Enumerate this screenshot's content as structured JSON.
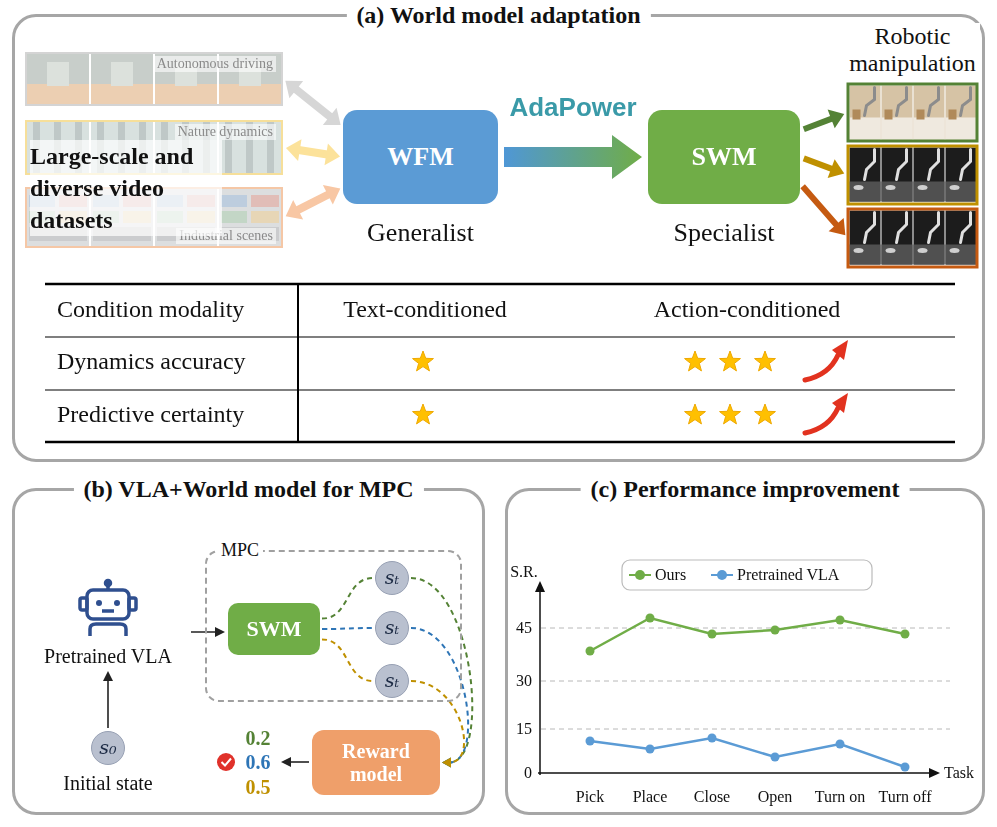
{
  "diagram": {
    "nodes": [
      {
        "text": [
          "(a) World model adaptation"
        ]
      },
      {
        "text": [
          "Autonomous driving"
        ],
        "in": 0
      },
      {
        "text": [
          "Nature dynamics"
        ],
        "in": 0
      },
      {
        "text": [
          "Industrial scenes"
        ],
        "in": 0
      },
      {
        "text": [
          "WFM",
          "Generalist"
        ],
        "in": 0
      },
      {
        "text": [
          "SWM",
          "Specialist"
        ],
        "in": 0
      },
      {
        "text": [
          "Robotic manipulation"
        ],
        "in": 0
      },
      {
        "text": [
          "(b) VLA+World model for MPC"
        ]
      },
      {
        "text": [
          "Pretrained VLA"
        ],
        "in": 7
      },
      {
        "text": [
          "MPC"
        ],
        "in": 7
      },
      {
        "text": [
          "SWM"
        ],
        "in": 9
      },
      {
        "text": [
          "sₜ"
        ],
        "in": 9
      },
      {
        "text": [
          "sₜ"
        ],
        "in": 9
      },
      {
        "text": [
          "sₜ"
        ],
        "in": 9
      },
      {
        "text": [
          "Reward model"
        ],
        "in": 7
      },
      {
        "text": [
          "s₀",
          "Initial state"
        ],
        "in": 7
      },
      {
        "text": [
          "(c) Performance improvement"
        ]
      }
    ],
    "edges": [
      {
        "from": 1,
        "to": 4,
        "arrow": "both"
      },
      {
        "from": 2,
        "to": 4,
        "arrow": "both"
      },
      {
        "from": 3,
        "to": 4,
        "arrow": "both"
      },
      {
        "from": 4,
        "to": 5,
        "label": "AdaPower",
        "arrow": "to"
      },
      {
        "from": 5,
        "to": 6,
        "arrow": "to"
      },
      {
        "from": 5,
        "to": 6,
        "arrow": "to"
      },
      {
        "from": 5,
        "to": 6,
        "arrow": "to"
      },
      {
        "from": 15,
        "to": 8,
        "arrow": "to"
      },
      {
        "from": 8,
        "to": 10,
        "arrow": "to"
      },
      {
        "from": 10,
        "to": 11,
        "arrow": "none"
      },
      {
        "from": 10,
        "to": 12,
        "arrow": "none"
      },
      {
        "from": 10,
        "to": 13,
        "arrow": "none"
      },
      {
        "from": 11,
        "to": 14,
        "arrow": "to"
      },
      {
        "from": 12,
        "to": 14,
        "arrow": "to"
      },
      {
        "from": 13,
        "to": 14,
        "arrow": "to"
      }
    ],
    "labels": [
      "Large-scale and diverse video datasets",
      "Condition modality",
      "Text-conditioned",
      "Action-conditioned",
      "Dynamics accuracy",
      "Predictive certainty",
      "0.2",
      "0.6",
      "0.5",
      "S.R.",
      "45",
      "30",
      "15",
      "0",
      "Task",
      "Pick",
      "Place",
      "Close",
      "Open",
      "Turn on",
      "Turn off"
    ],
    "legend": [
      {
        "text": "Ours",
        "color": "#70ad47"
      },
      {
        "text": "Pretrained VLA",
        "color": "#5b9bd5"
      }
    ]
  }
}
